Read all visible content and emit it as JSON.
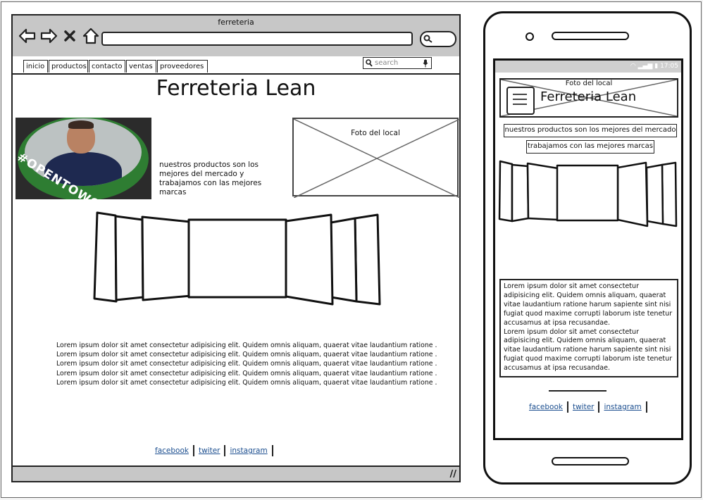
{
  "desktop": {
    "window_title": "ferreteria",
    "nav_tabs": [
      {
        "label": "inicio"
      },
      {
        "label": "productos"
      },
      {
        "label": "contacto"
      },
      {
        "label": "ventas"
      },
      {
        "label": "proveedores"
      }
    ],
    "search_placeholder": "search",
    "heading": "Ferreteria Lean",
    "profile_badge_text": "#OPENTOWORK",
    "description": "nuestros productos son los mejores del mercado y trabajamos con las mejores marcas",
    "store_photo_label": "Foto del local",
    "lorem_lines": [
      "Lorem ipsum dolor sit amet consectetur adipisicing elit. Quidem omnis aliquam, quaerat vitae laudantium ratione .",
      "Lorem ipsum dolor sit amet consectetur adipisicing elit. Quidem omnis aliquam, quaerat vitae laudantium ratione .",
      "Lorem ipsum dolor sit amet consectetur adipisicing elit. Quidem omnis aliquam, quaerat vitae laudantium ratione .",
      "Lorem ipsum dolor sit amet consectetur adipisicing elit. Quidem omnis aliquam, quaerat vitae laudantium ratione .",
      "Lorem ipsum dolor sit amet consectetur adipisicing elit. Quidem omnis aliquam, quaerat vitae laudantium ratione ."
    ],
    "social_links": [
      {
        "label": "facebook"
      },
      {
        "label": "twiter"
      },
      {
        "label": "instagram"
      }
    ]
  },
  "mobile": {
    "status_time": "17:05",
    "header_photo_label": "Foto del local",
    "header_title": "Ferreteria Lean",
    "tagline_1": "nuestros productos son los mejores del mercado",
    "tagline_2": "trabajamos con las mejores marcas",
    "lorem_paragraphs": [
      "Lorem ipsum dolor sit amet consectetur adipisicing elit. Quidem omnis aliquam, quaerat vitae laudantium ratione harum sapiente sint nisi fugiat quod maxime corrupti laborum iste tenetur accusamus at ipsa recusandae.",
      "Lorem ipsum dolor sit amet consectetur adipisicing elit. Quidem omnis aliquam, quaerat vitae laudantium ratione harum sapiente sint nisi fugiat quod maxime corrupti laborum iste tenetur accusamus at ipsa recusandae."
    ],
    "social_links": [
      {
        "label": "facebook"
      },
      {
        "label": "twiter"
      },
      {
        "label": "instagram"
      }
    ]
  },
  "colors": {
    "chrome_gray": "#c7c7c7",
    "link_blue": "#1b4e8f",
    "badge_green": "#2e7d32"
  },
  "icons": [
    "back-arrow-icon",
    "forward-arrow-icon",
    "close-icon",
    "home-icon",
    "search-icon",
    "microphone-icon",
    "resize-grip-icon",
    "hamburger-menu-icon"
  ]
}
